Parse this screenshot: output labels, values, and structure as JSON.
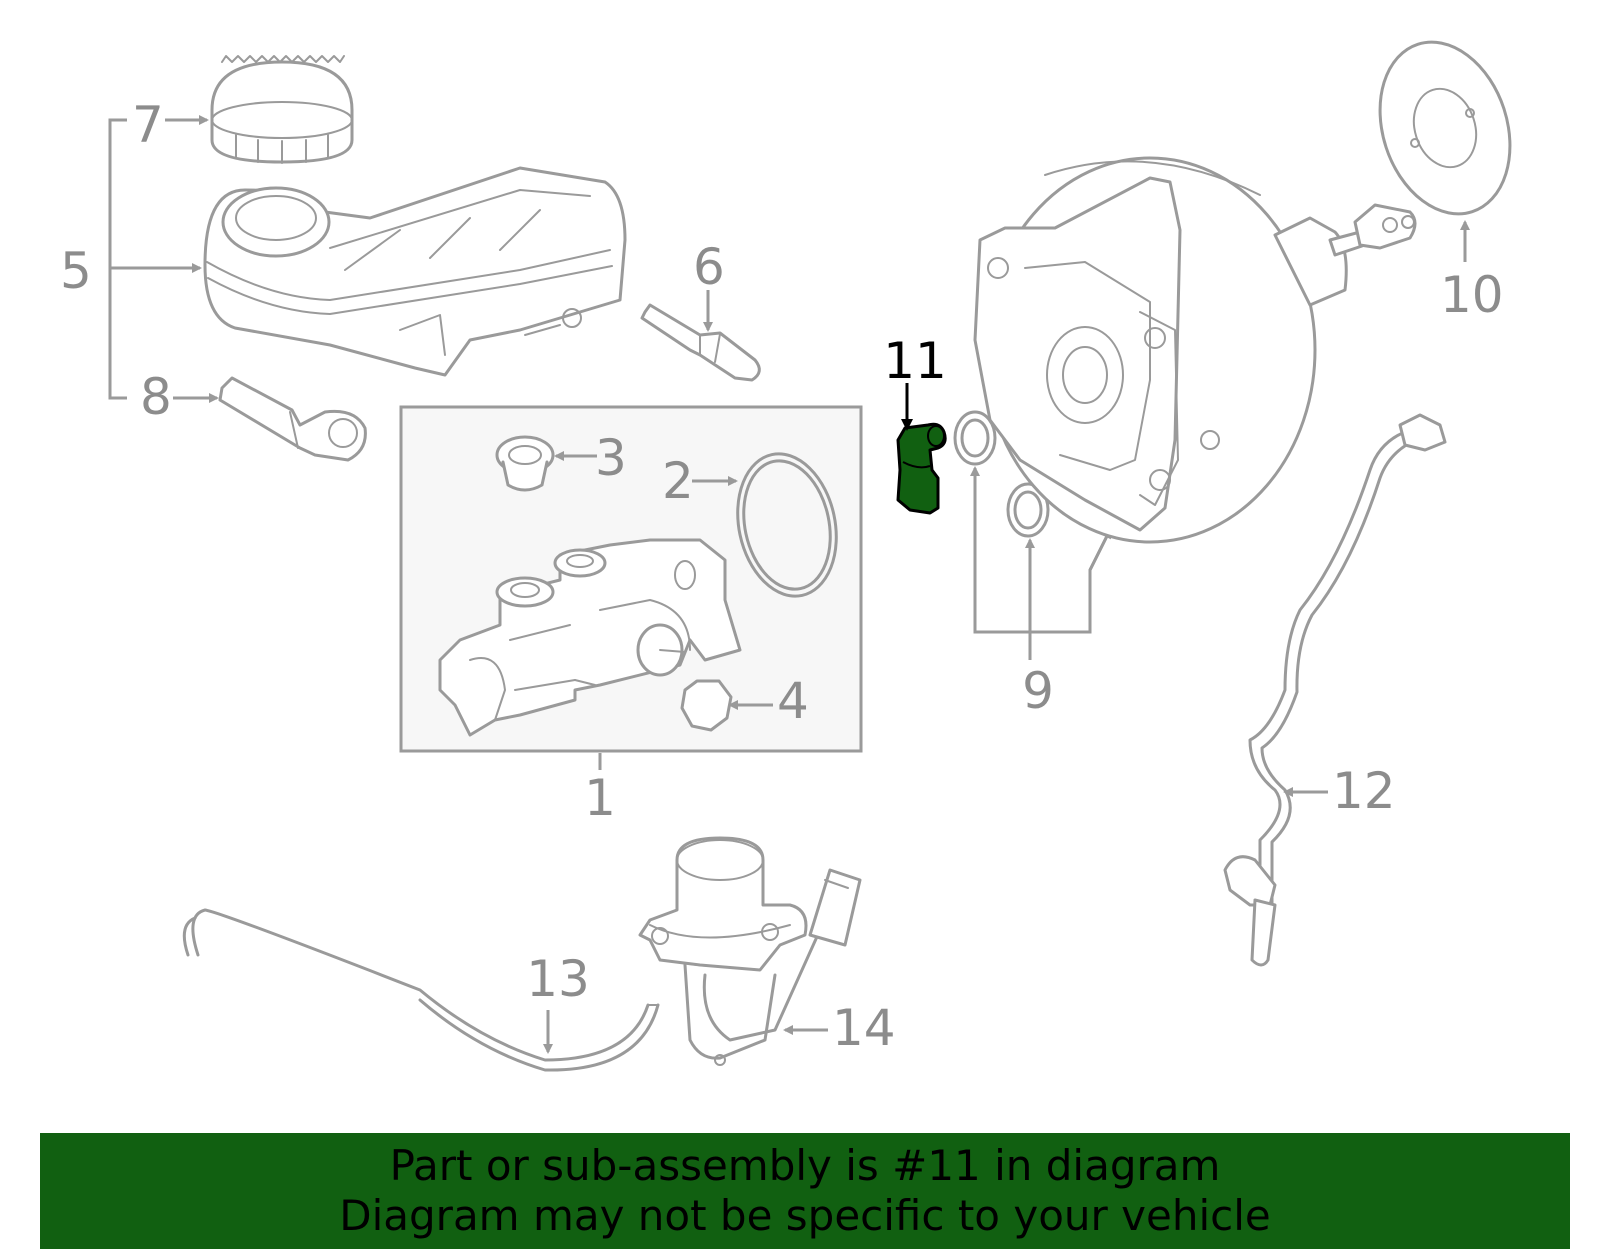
{
  "callouts": {
    "c1": "1",
    "c2": "2",
    "c3": "3",
    "c4": "4",
    "c5": "5",
    "c6": "6",
    "c7": "7",
    "c8": "8",
    "c9": "9",
    "c10": "10",
    "c11": "11",
    "c12": "12",
    "c13": "13",
    "c14": "14"
  },
  "highlight": {
    "part": "11",
    "color": "#116011"
  },
  "banner": {
    "line1": "Part or sub-assembly is #11 in diagram",
    "line2": "Diagram may not be specific to your vehicle",
    "color": "#116011"
  },
  "colors": {
    "linework": "#9a9a9a",
    "callout_text": "#8c8c8c",
    "assembly_box_fill": "#f7f7f7"
  }
}
